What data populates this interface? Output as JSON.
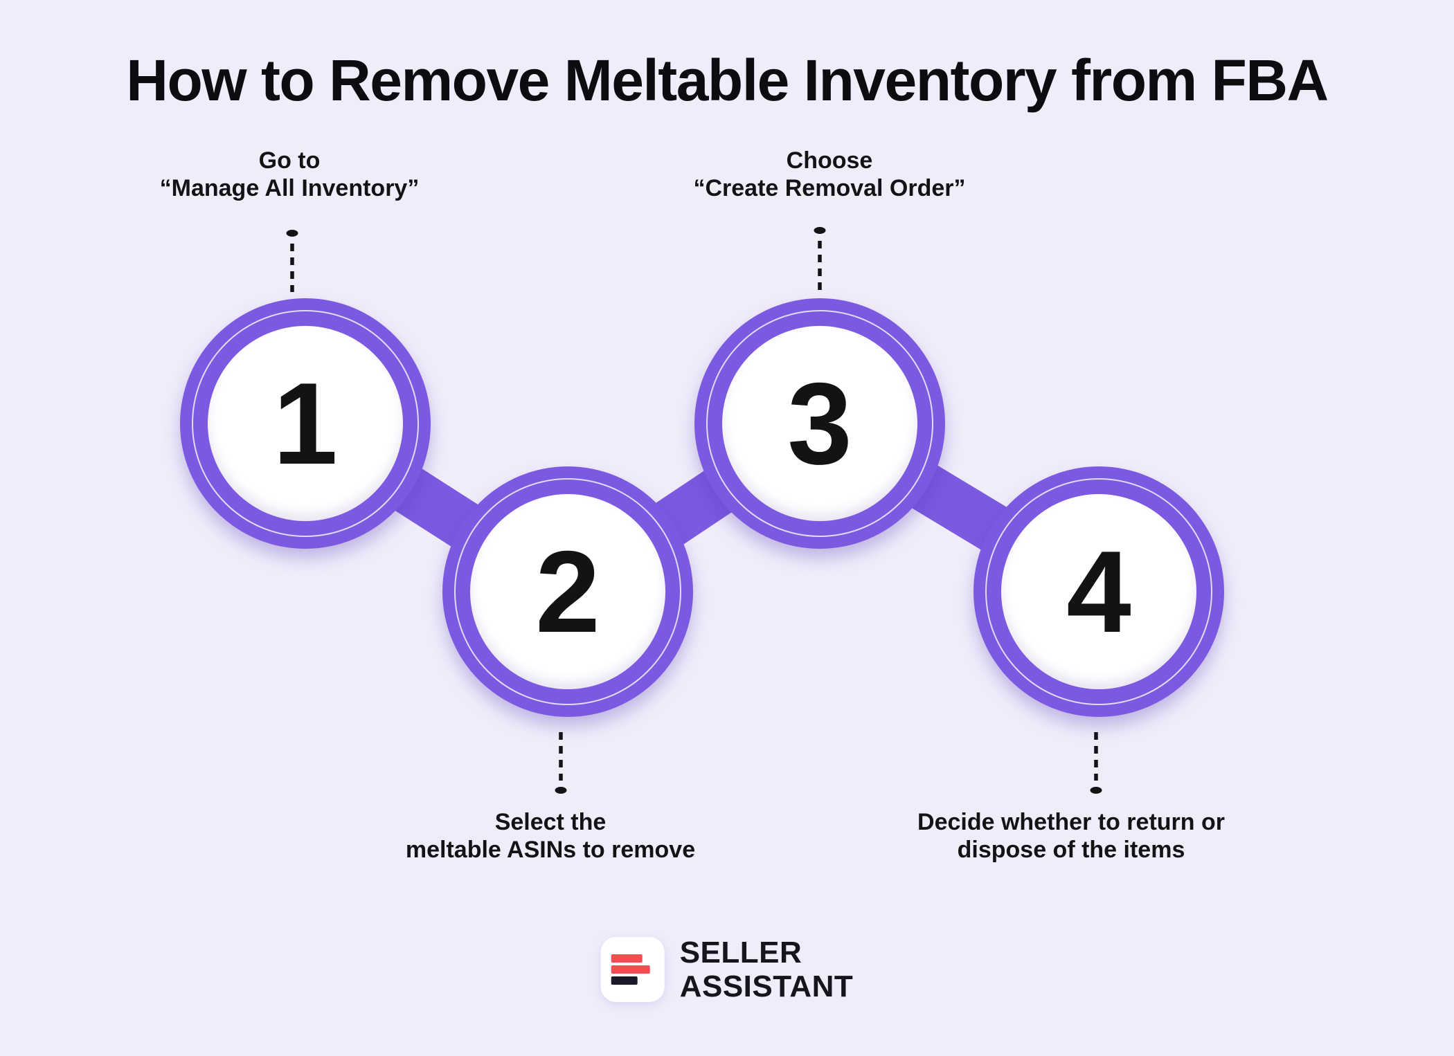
{
  "title": "How to Remove Meltable Inventory from FBA",
  "steps": [
    {
      "number": "1",
      "label_line1": "Go to",
      "label_line2": "“Manage All Inventory”"
    },
    {
      "number": "2",
      "label_line1": "Select the",
      "label_line2": "meltable ASINs to remove"
    },
    {
      "number": "3",
      "label_line1": "Choose",
      "label_line2": "“Create Removal Order”"
    },
    {
      "number": "4",
      "label_line1": "Decide whether to return or",
      "label_line2": "dispose of the items"
    }
  ],
  "logo": {
    "line1": "SELLER",
    "line2": "ASSISTANT"
  },
  "colors": {
    "background": "#F0EDFA",
    "accent_purple": "#7B59E0",
    "text_dark": "#131316",
    "logo_red": "#FA4A52",
    "logo_navy": "#191927"
  }
}
